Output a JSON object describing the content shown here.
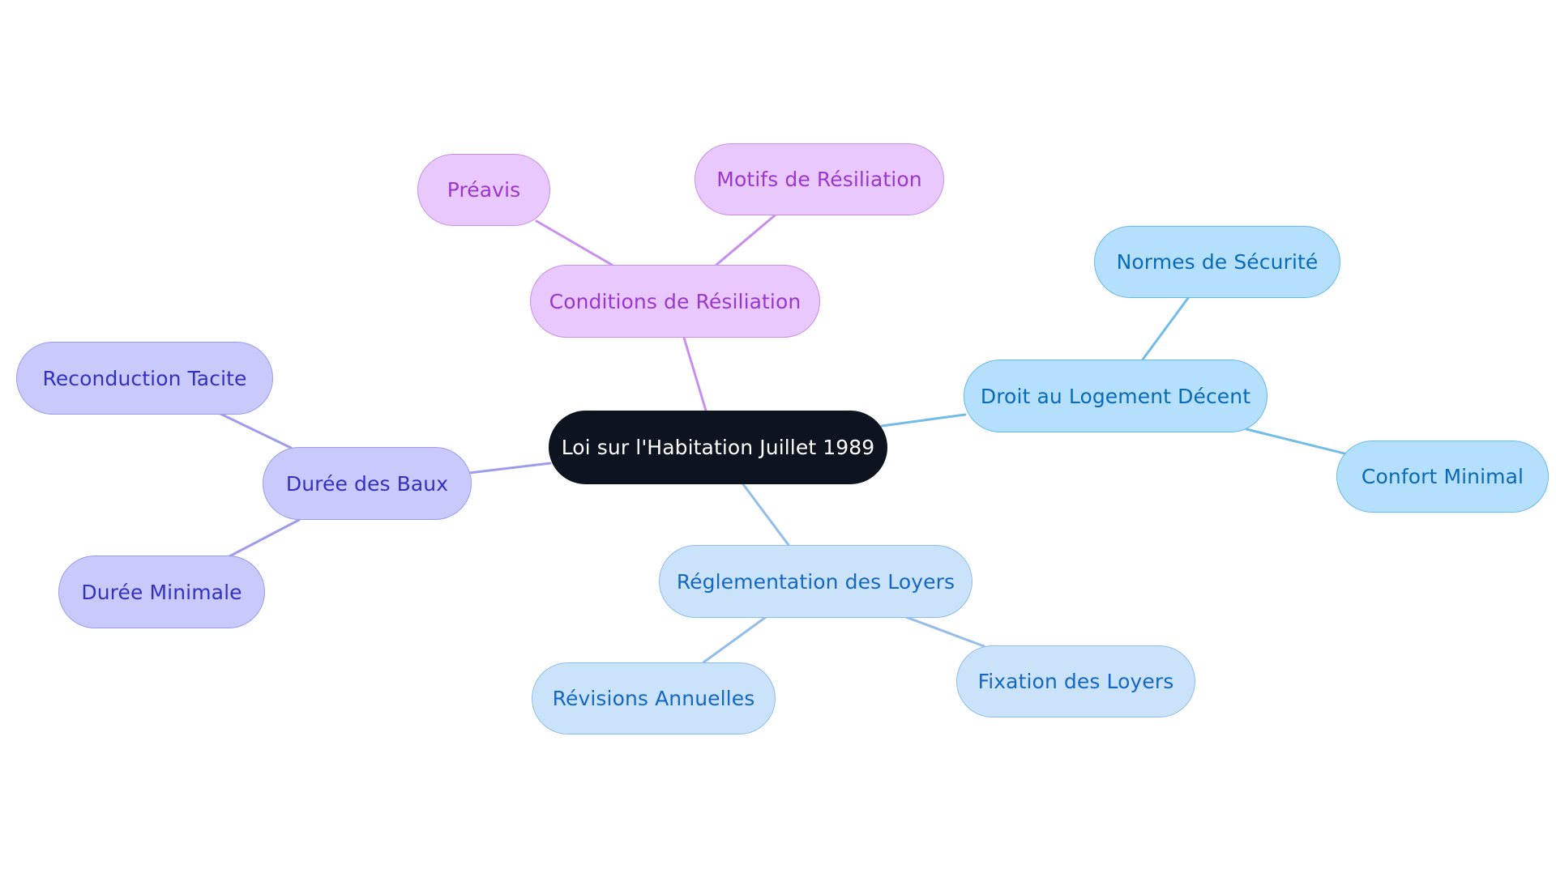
{
  "diagram": {
    "root": {
      "label": "Loi sur l'Habitation Juillet 1989"
    },
    "branches": [
      {
        "label": "Conditions de Résiliation",
        "color": "#c98ef0",
        "children": [
          {
            "label": "Préavis"
          },
          {
            "label": "Motifs de Résiliation"
          }
        ]
      },
      {
        "label": "Droit au Logement Décent",
        "color": "#72bce8",
        "children": [
          {
            "label": "Normes de Sécurité"
          },
          {
            "label": "Confort Minimal"
          }
        ]
      },
      {
        "label": "Réglementation des Loyers",
        "color": "#93bdea",
        "children": [
          {
            "label": "Révisions Annuelles"
          },
          {
            "label": "Fixation des Loyers"
          }
        ]
      },
      {
        "label": "Durée des Baux",
        "color": "#9d9deb",
        "children": [
          {
            "label": "Reconduction Tacite"
          },
          {
            "label": "Durée Minimale"
          }
        ]
      }
    ]
  }
}
